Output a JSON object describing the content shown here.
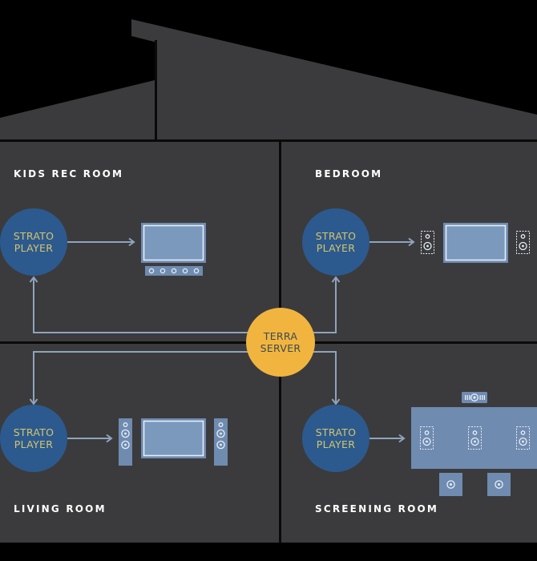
{
  "colors": {
    "background": "#000000",
    "house": "#3b3b3d",
    "wall": "#0a0a0a",
    "player_fill": "#2c5a8e",
    "player_text": "#d6c46c",
    "server_fill": "#f1b53f",
    "server_text": "#3a4a55",
    "connector": "#8fa3bd",
    "device_fill": "#7b98bd",
    "device_frame": "#6f8bb0",
    "device_detail": "#e6eef8",
    "room_label": "#ffffff"
  },
  "server": {
    "line1": "TERRA",
    "line2": "SERVER"
  },
  "rooms": [
    {
      "id": "kids-rec-room",
      "label": "KIDS REC ROOM",
      "player": {
        "line1": "STRATO",
        "line2": "PLAYER"
      },
      "devices": [
        "tv",
        "soundbar"
      ]
    },
    {
      "id": "bedroom",
      "label": "BEDROOM",
      "player": {
        "line1": "STRATO",
        "line2": "PLAYER"
      },
      "devices": [
        "in-wall-speaker-left",
        "tv",
        "in-wall-speaker-right"
      ]
    },
    {
      "id": "living-room",
      "label": "LIVING ROOM",
      "player": {
        "line1": "STRATO",
        "line2": "PLAYER"
      },
      "devices": [
        "tower-speaker-left",
        "tv",
        "tower-speaker-right"
      ]
    },
    {
      "id": "screening-room",
      "label": "SCREENING ROOM",
      "player": {
        "line1": "STRATO",
        "line2": "PLAYER"
      },
      "devices": [
        "projector",
        "projection-screen",
        "in-wall-speaker-left",
        "in-wall-speaker-center",
        "in-wall-speaker-right",
        "subwoofer-left",
        "subwoofer-right"
      ]
    }
  ]
}
